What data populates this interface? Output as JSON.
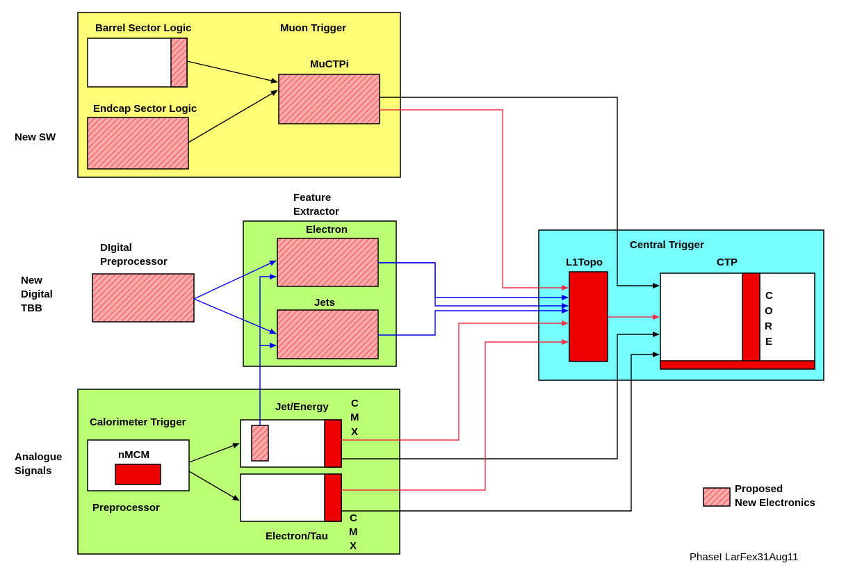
{
  "side_labels": {
    "new_sw": "New SW",
    "new_digital_l1": "New",
    "new_digital_l2": "Digital",
    "new_digital_l3": "TBB",
    "analogue_l1": "Analogue",
    "analogue_l2": "Signals"
  },
  "muon": {
    "title": "Muon Trigger",
    "barrel_label": "Barrel Sector Logic",
    "endcap_label": "Endcap Sector Logic",
    "muctpi_label": "MuCTPi"
  },
  "feature_extractor": {
    "title_l1": "Feature",
    "title_l2": "Extractor",
    "electron_label": "Electron",
    "jets_label": "Jets"
  },
  "digital_preprocessor": {
    "title_l1": "DIgital",
    "title_l2": "Preprocessor"
  },
  "calorimeter": {
    "title": "Calorimeter Trigger",
    "nmcm_label": "nMCM",
    "preprocessor_label": "Preprocessor",
    "jet_energy_label": "Jet/Energy",
    "electron_tau_label": "Electron/Tau",
    "cmx_top": [
      "C",
      "M",
      "X"
    ],
    "cmx_bottom": [
      "C",
      "M",
      "X"
    ]
  },
  "central": {
    "title": "Central Trigger",
    "l1topo_label": "L1Topo",
    "ctp_label": "CTP",
    "core_letters": [
      "C",
      "O",
      "R",
      "E"
    ]
  },
  "legend": {
    "line1": "Proposed",
    "line2": "New Electronics"
  },
  "footer": "PhaseI LarFex31Aug11",
  "colors": {
    "muon_bg": "#ffff77",
    "green_bg": "#bbff77",
    "cyan_bg": "#77ffff",
    "hatch_fill": "#ffaaaa",
    "hatch_line": "#ee3344",
    "solid_red": "#ee0000",
    "blue_line": "#0000ee",
    "red_line": "#ee3344"
  }
}
